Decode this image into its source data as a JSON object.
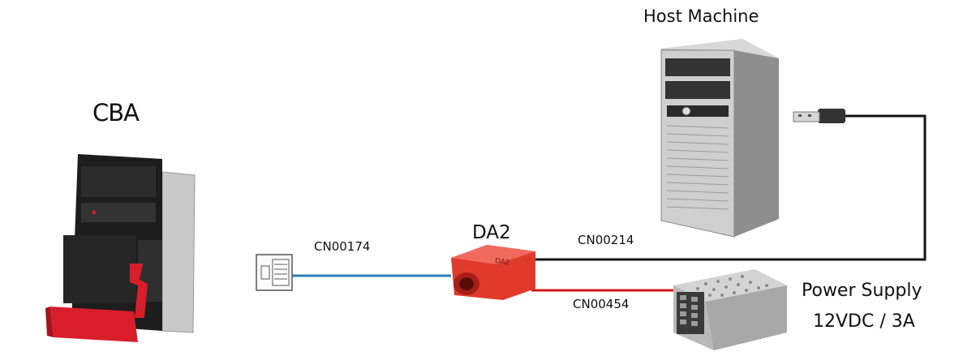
{
  "labels": {
    "cba": "CBA",
    "host": "Host Machine",
    "da2": "DA2",
    "da2_body": "DA2",
    "cable_blue": "CN00174",
    "cable_black": "CN00214",
    "cable_red": "CN00454",
    "psu_line1": "Power Supply",
    "psu_line2": "12VDC / 3A"
  },
  "colors": {
    "cable_blue": "#2a7fb8",
    "cable_black": "#111111",
    "cable_red": "#d01818",
    "da2_red": "#e03a2c",
    "cba_red": "#d81e2a"
  },
  "icons": [
    "bill-acceptor-icon",
    "connector-plug-icon",
    "da2-adapter-icon",
    "tower-pc-icon",
    "usb-plug-icon",
    "power-supply-icon"
  ]
}
